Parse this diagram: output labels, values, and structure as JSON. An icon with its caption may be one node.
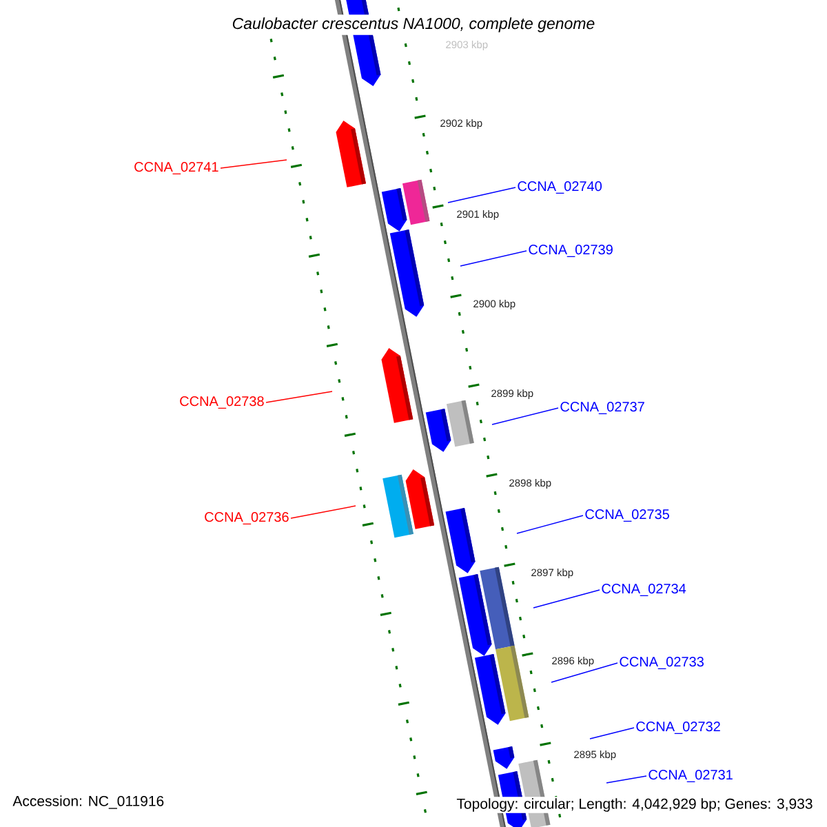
{
  "diagram": {
    "title": "*Caulobacter crescentus NA1000, complete genome*",
    "nodes": [
      {
        "text": [
          "CCNA_02741"
        ]
      },
      {
        "text": [
          "CCNA_02740"
        ]
      },
      {
        "text": [
          "CCNA_02739"
        ]
      },
      {
        "text": [
          "CCNA_02738"
        ]
      },
      {
        "text": [
          "CCNA_02737"
        ]
      },
      {
        "text": [
          "CCNA_02736"
        ]
      },
      {
        "text": [
          "CCNA_02735"
        ]
      },
      {
        "text": [
          "CCNA_02734"
        ]
      },
      {
        "text": [
          "CCNA_02733"
        ]
      },
      {
        "text": [
          "CCNA_02732"
        ]
      },
      {
        "text": [
          "CCNA_02731"
        ]
      }
    ],
    "edges": [
      {
        "from": 0,
        "to": null,
        "arrow": "none",
        "color": "#ff0000"
      },
      {
        "from": 1,
        "to": null,
        "arrow": "none"
      },
      {
        "from": 2,
        "to": null,
        "arrow": "none"
      },
      {
        "from": 3,
        "to": null,
        "arrow": "none",
        "color": "#ff0000"
      },
      {
        "from": 4,
        "to": null,
        "arrow": "none"
      },
      {
        "from": 5,
        "to": null,
        "arrow": "none",
        "color": "#ff0000"
      },
      {
        "from": 6,
        "to": null,
        "arrow": "none"
      },
      {
        "from": 7,
        "to": null,
        "arrow": "none"
      },
      {
        "from": 8,
        "to": null,
        "arrow": "none"
      },
      {
        "from": 9,
        "to": null,
        "arrow": "none"
      },
      {
        "from": 10,
        "to": null,
        "arrow": "none"
      }
    ],
    "labels": [
      "2903 kbp",
      "2902 kbp",
      "2901 kbp",
      "2900 kbp",
      "2899 kbp",
      "2898 kbp",
      "2897 kbp",
      "2896 kbp",
      "2895 kbp",
      "Accession: NC_011916",
      "Topology: circular; Length: 4,042,929 bp; Genes: 3,933"
    ]
  }
}
